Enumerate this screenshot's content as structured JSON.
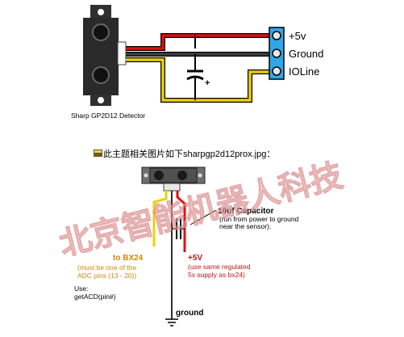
{
  "top_diagram": {
    "sensor_caption": "Sharp GP2D12 Detector",
    "terminal_labels": [
      "+5v",
      "Ground",
      "IOLine"
    ],
    "capacitor_polarity": "+"
  },
  "attachment_line": {
    "text": "此主题相关图片如下sharpgp2d12prox.jpg："
  },
  "bottom_diagram": {
    "capacitor_title": "10uf Capacitor",
    "capacitor_note_1": "(run from power to ground",
    "capacitor_note_2": "near the sensor).",
    "bx24_title": "to BX24",
    "bx24_note_1": "(must be one of the",
    "bx24_note_2": "ADC pins (13 - 20))",
    "use_label": "Use:",
    "use_code": "getACD(pin#)",
    "v5_title": "+5V",
    "v5_note_1": "(use same regulated",
    "v5_note_2": "5v supply as bx24)",
    "ground_label": "ground"
  },
  "watermark": {
    "text": "北京智能机器人科技"
  },
  "colors": {
    "red_wire": "#e01010",
    "yellow_wire": "#f0d000",
    "ground_wire": "#404040",
    "terminal_blue": "#30a8e8",
    "sensor_dark": "#303030",
    "watermark": "#f2b8b8",
    "bx24_orange": "#d08a00",
    "v5_red": "#c01818"
  }
}
